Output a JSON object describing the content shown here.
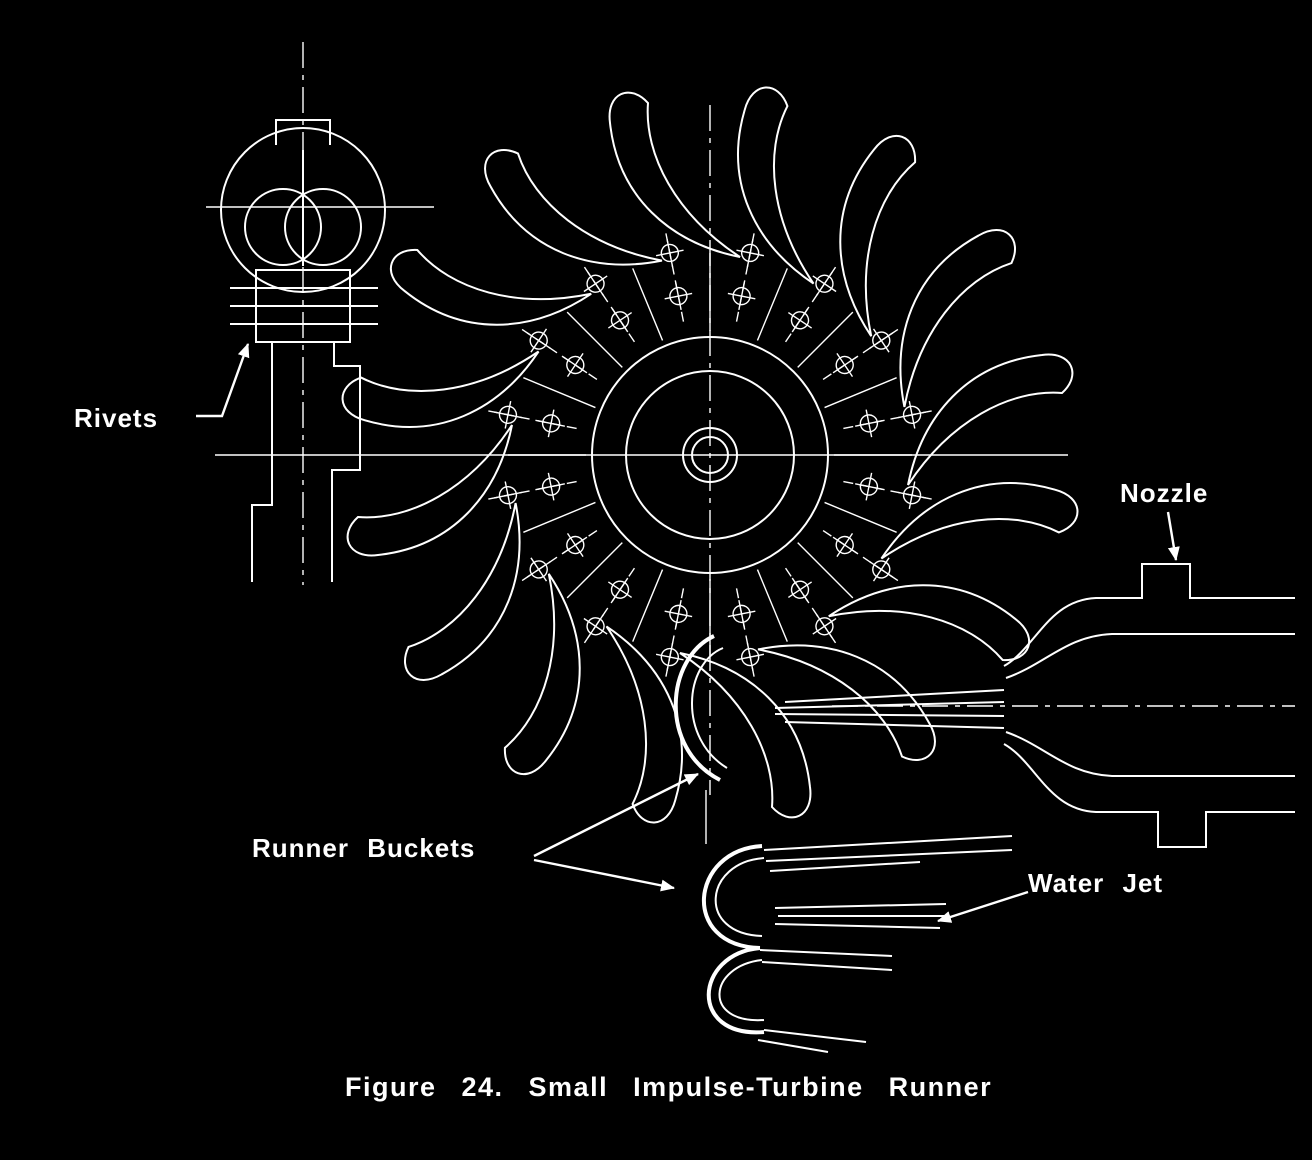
{
  "figure": {
    "caption": "Figure 24.  Small  Impulse-Turbine  Runner",
    "labels": {
      "rivets": "Rivets",
      "nozzle": "Nozzle",
      "runner_buckets": "Runner  Buckets",
      "water_jet": "Water  Jet"
    },
    "colors": {
      "background": "#000000",
      "line": "#ffffff"
    }
  }
}
